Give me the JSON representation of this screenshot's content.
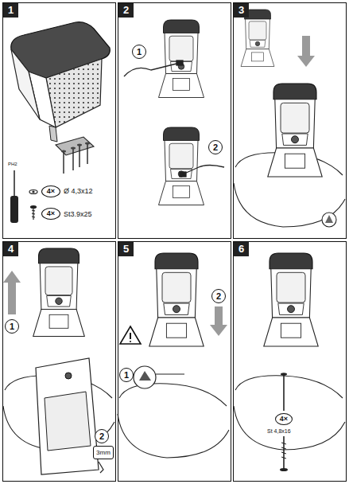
{
  "diagram": {
    "nodes": [
      {
        "text": [
          "1"
        ]
      },
      {
        "text": [
          "4×"
        ],
        "in": 0
      },
      {
        "text": [
          "4×"
        ],
        "in": 0
      },
      {
        "text": [
          "2"
        ]
      },
      {
        "text": [
          "1"
        ],
        "in": 3
      },
      {
        "text": [
          "2"
        ],
        "in": 3
      },
      {
        "text": [
          "3"
        ]
      },
      {
        "text": [
          "4"
        ]
      },
      {
        "text": [
          "1"
        ],
        "in": 7
      },
      {
        "text": [
          "2"
        ],
        "in": 7
      },
      {
        "text": [
          "3mm"
        ],
        "in": 7
      },
      {
        "text": [
          "5"
        ]
      },
      {
        "text": [
          "1"
        ],
        "in": 11
      },
      {
        "text": [
          "2"
        ],
        "in": 11
      },
      {
        "text": [
          "6"
        ]
      },
      {
        "text": [
          "4×"
        ],
        "in": 14
      }
    ],
    "labels": [
      "PH2",
      "Ø 4,3x12",
      "St3.9x25",
      "St 4,8x16"
    ]
  }
}
